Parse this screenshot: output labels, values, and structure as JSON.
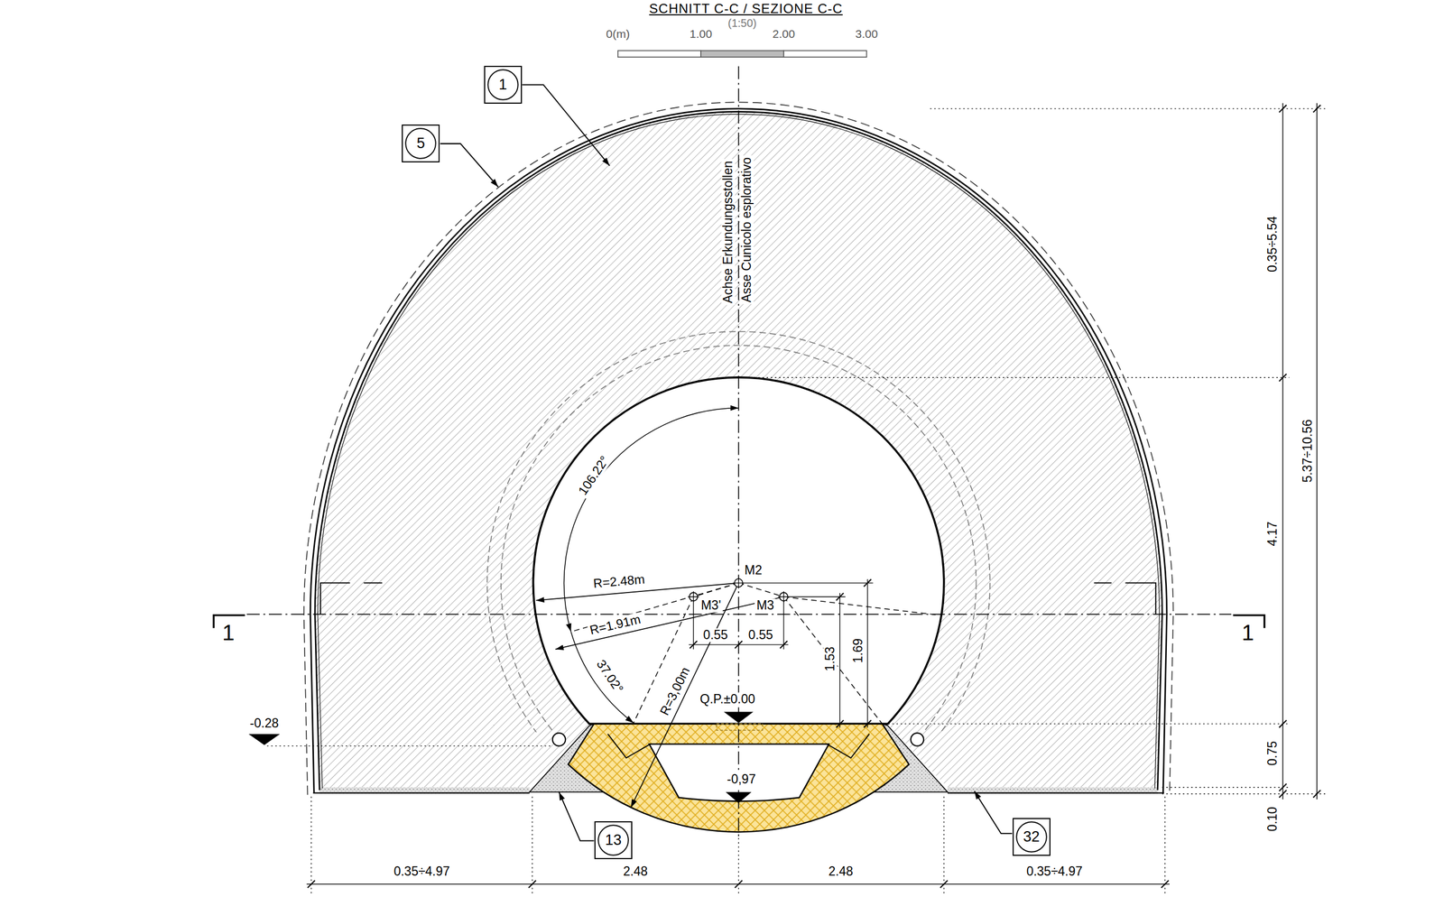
{
  "diagram": {
    "title": "SCHNITT C-C / SEZIONE C-C",
    "nodes": [
      {
        "text": [
          "1"
        ]
      },
      {
        "text": [
          "5"
        ]
      },
      {
        "text": [
          "13"
        ]
      },
      {
        "text": [
          "32"
        ]
      }
    ],
    "labels": [
      "(1:50)",
      "0(m)",
      "1.00",
      "2.00",
      "3.00",
      "Achse Erkundungsstollen",
      "Asse Cunicolo esplorativo",
      "106.22°",
      "R=2.48m",
      "M2",
      "M3'",
      "M3",
      "R=1.91m",
      "0.55",
      "0.55",
      "37.02°",
      "R=3,00m",
      "1.53",
      "1.69",
      "Q.P.±0.00",
      "-0.28",
      "-0,97",
      "1",
      "1",
      "0.35÷4.97",
      "2.48",
      "2.48",
      "0.35÷4.97",
      "0.35÷5.54",
      "5.37÷10.56",
      "4.17",
      "0.75",
      "0.10"
    ]
  }
}
